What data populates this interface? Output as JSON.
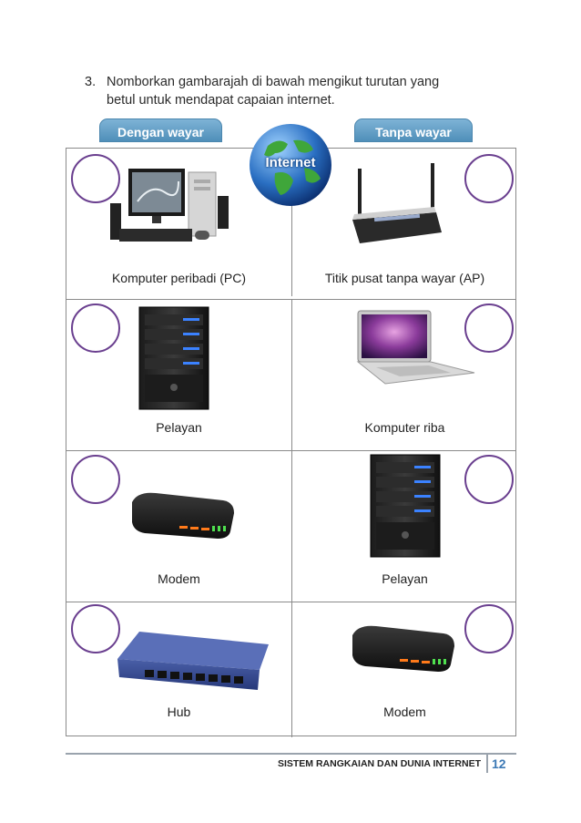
{
  "question": {
    "number": "3.",
    "line1": "Nomborkan gambarajah di bawah mengikut turutan yang",
    "line2": "betul untuk mendapat capaian internet."
  },
  "tags": {
    "wired": "Dengan wayar",
    "wireless": "Tanpa wayar"
  },
  "globe": {
    "label": "Internet"
  },
  "cells": [
    {
      "label": "Komputer peribadi (PC)",
      "icon": "desktop-pc-icon"
    },
    {
      "label": "Titik pusat tanpa wayar (AP)",
      "icon": "wireless-router-icon"
    },
    {
      "label": "Pelayan",
      "icon": "server-icon"
    },
    {
      "label": "Komputer riba",
      "icon": "laptop-icon"
    },
    {
      "label": "Modem",
      "icon": "modem-icon"
    },
    {
      "label": "Pelayan",
      "icon": "server-icon"
    },
    {
      "label": "Hub",
      "icon": "network-hub-icon"
    },
    {
      "label": "Modem",
      "icon": "modem-icon"
    }
  ],
  "footer": {
    "title": "SISTEM RANGKAIAN DAN DUNIA INTERNET",
    "page": "12"
  },
  "colors": {
    "circle_border": "#6a3f8f",
    "tag_blue": "#5b96c2",
    "page_number": "#3c79b5"
  }
}
